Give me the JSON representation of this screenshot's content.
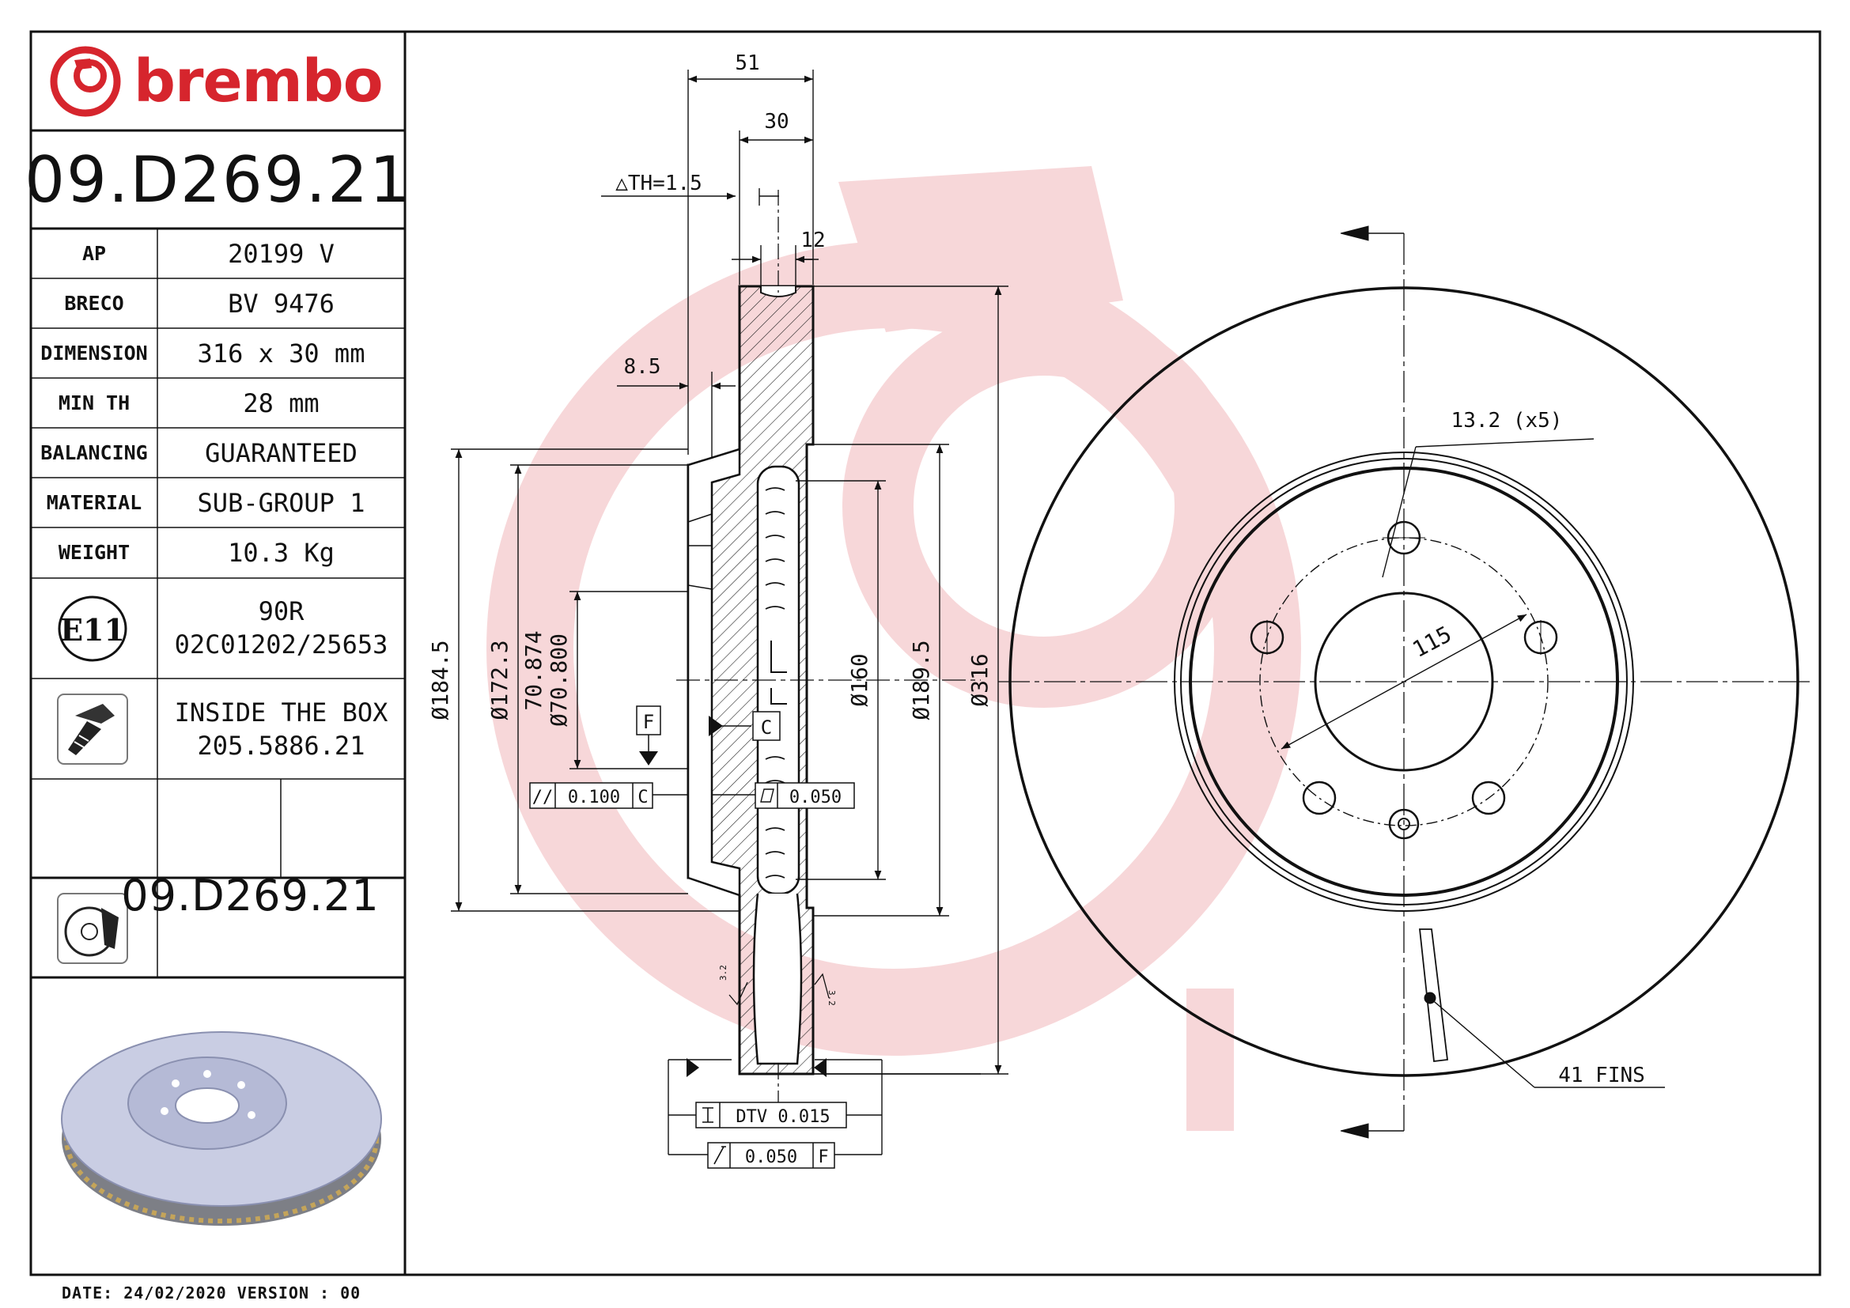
{
  "brand": {
    "name": "brembo",
    "color": "#d6252d"
  },
  "part_number": "09.D269.21",
  "specs": [
    {
      "label": "AP",
      "value": "20199 V"
    },
    {
      "label": "BRECO",
      "value": "BV 9476"
    },
    {
      "label": "DIMENSION",
      "value": "316 x 30 mm"
    },
    {
      "label": "MIN TH",
      "value": "28 mm"
    },
    {
      "label": "BALANCING",
      "value": "GUARANTEED"
    },
    {
      "label": "MATERIAL",
      "value": "SUB-GROUP 1"
    },
    {
      "label": "WEIGHT",
      "value": "10.3 Kg"
    }
  ],
  "certification": {
    "mark": "E11",
    "line1": "90R",
    "line2": "02C01202/25653",
    "icon": "e11-certification-icon"
  },
  "inside_box": {
    "line1": "INSIDE THE BOX",
    "line2": "205.5886.21",
    "icon": "screw-icon"
  },
  "bottom_code": {
    "value": "09.D269.21",
    "icon": "disc-brake-icon"
  },
  "footer": {
    "date_line": "DATE: 24/02/2020 VERSION : 00"
  },
  "dimensions": {
    "d51": "51",
    "d30": "30",
    "th": "△TH=1.5",
    "d12": "12",
    "d8_5": "8.5",
    "d184_5": "Ø184.5",
    "d172_3": "Ø172.3",
    "d70_874": "70.874",
    "d70_800": "Ø70.800",
    "d160": "Ø160",
    "d189_5": "Ø189.5",
    "d316": "Ø316",
    "datum_f": "F",
    "datum_c": "C",
    "tol_parallel": "0.100",
    "tol_parallel_ref": "C",
    "tol_flat": "0.050",
    "tol_dtv": "DTV 0.015",
    "tol_runout": "0.050",
    "tol_runout_ref": "F",
    "rough_1": "3.2",
    "rough_2": "3.2",
    "hole_dia": "13.2 (x5)",
    "pcd": "115",
    "fins": "41 FINS"
  },
  "colors": {
    "watermark": "#f7d7d9",
    "line": "#111111",
    "render_disc": "#c9cde3"
  }
}
